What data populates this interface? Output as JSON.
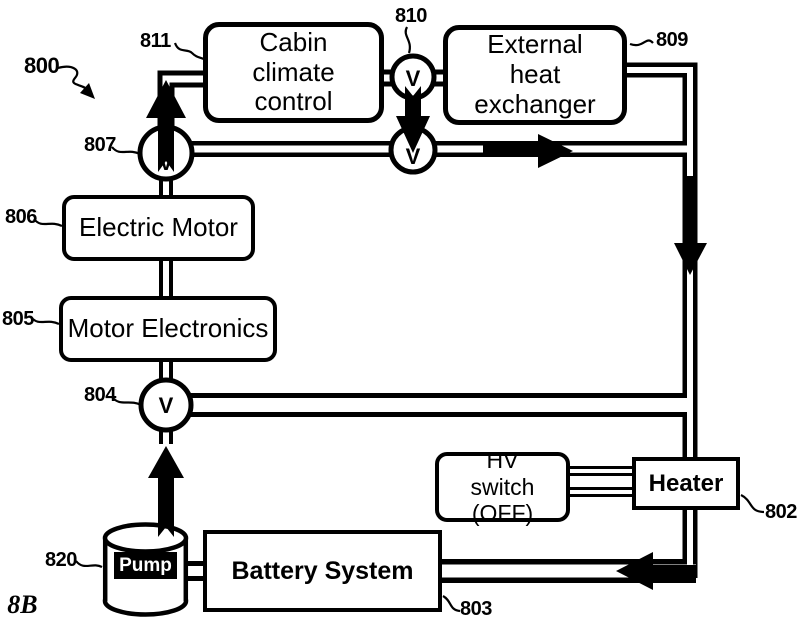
{
  "figure": {
    "caption": "FIG. 8B",
    "diagram_ref": "800"
  },
  "components": {
    "cabin_climate_control": {
      "label": "Cabin climate control",
      "ref": "811"
    },
    "external_heat_exchanger": {
      "label": "External heat exchanger",
      "ref": "809"
    },
    "electric_motor": {
      "label": "Electric Motor",
      "ref": "806"
    },
    "motor_electronics": {
      "label": "Motor Electronics",
      "ref": "805"
    },
    "hv_switch": {
      "label": "HV switch (OFF)"
    },
    "heater": {
      "label": "Heater",
      "ref": "802"
    },
    "battery_system": {
      "label": "Battery System",
      "ref": "803"
    },
    "pump": {
      "label": "Pump",
      "ref": "820"
    }
  },
  "valves": {
    "symbol": "V",
    "top_valve_ref": "810",
    "left_valve_ref": "807",
    "motor_loop_valve_ref": "804"
  },
  "colors": {
    "line": "#000000",
    "background": "#ffffff"
  }
}
